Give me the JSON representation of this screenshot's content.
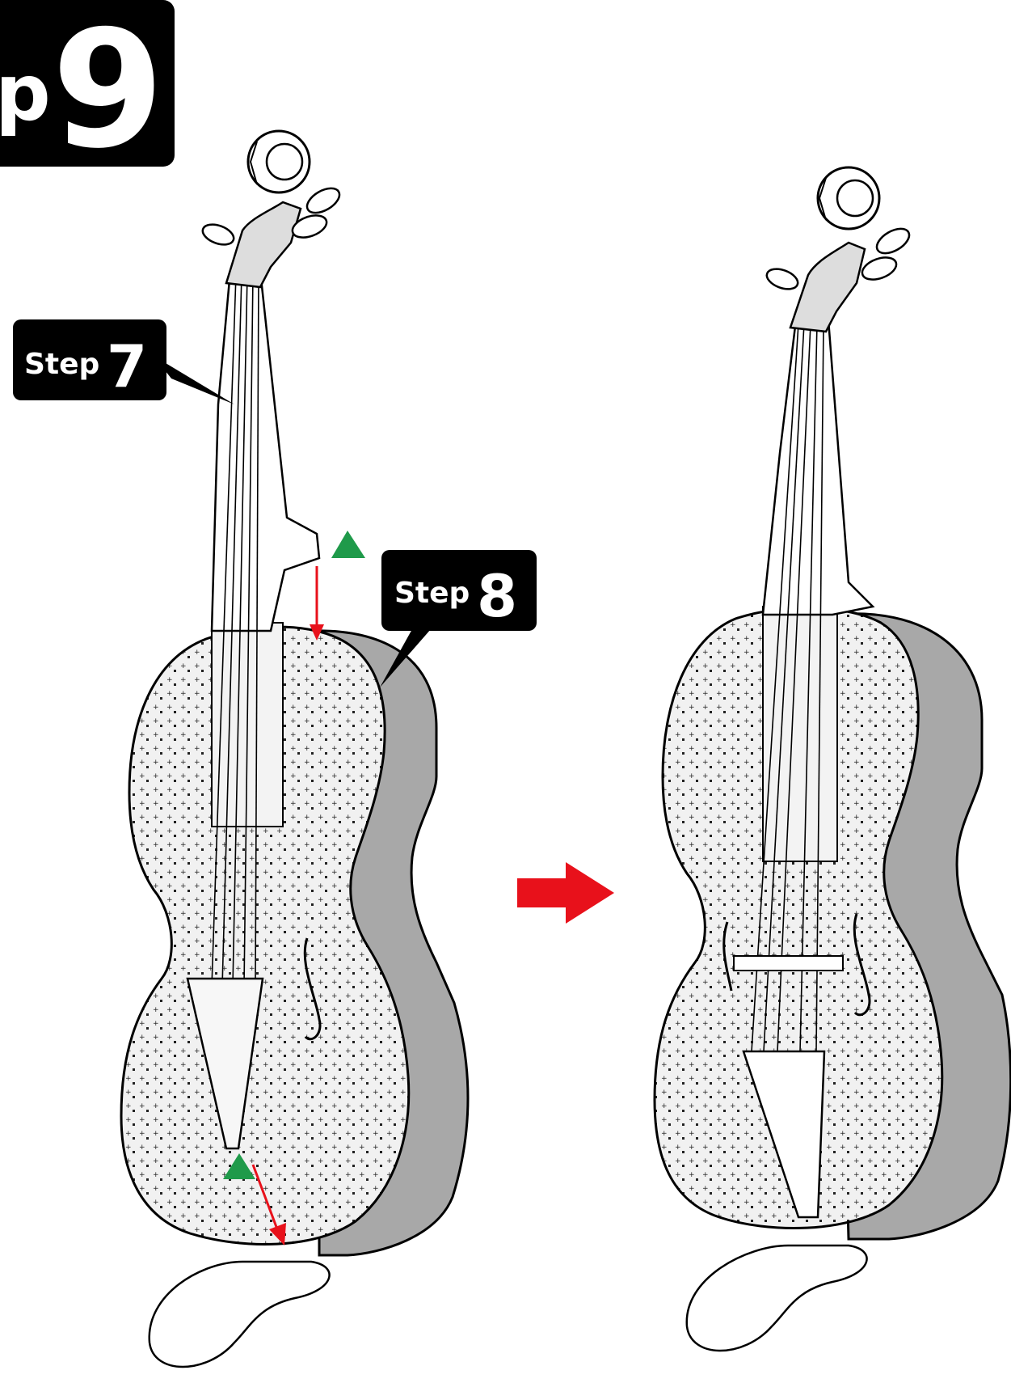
{
  "header": {
    "step_fragment": "p",
    "step_number": "9"
  },
  "callouts": {
    "step7": {
      "word": "Step",
      "number": "7"
    },
    "step8": {
      "word": "Step",
      "number": "8"
    }
  },
  "colors": {
    "accent_arrow": "#e8111b",
    "marker_triangle": "#1f9a4a",
    "label_bg": "#000000",
    "side_panel": "#a8a8a8",
    "pattern_fill": "#f1f1f1"
  }
}
